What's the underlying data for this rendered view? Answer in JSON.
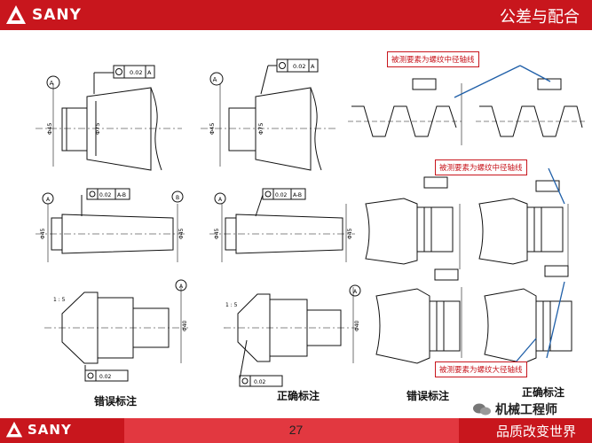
{
  "header": {
    "brand": "SANY",
    "title": "公差与配合"
  },
  "captions": {
    "wrong_1": "错误标注",
    "correct_1": "正确标注",
    "wrong_2": "错误标注",
    "correct_2": "正确标注"
  },
  "callouts": {
    "pitch_1": "被测要素为螺纹中径轴线",
    "pitch_2": "被测要素为螺纹中径轴线",
    "major": "被测要素为螺纹大径轴线"
  },
  "frames": {
    "tol_1": "0.02",
    "tol_2": "0.02",
    "tol_3": "0.02",
    "tol_4": "0.02",
    "tol_5": "0.02",
    "tol_6": "0.02",
    "ref_a": "A",
    "ref_ab": "A-B",
    "ref_b": "B"
  },
  "dimensions": {
    "d45": "Φ45",
    "d75": "Φ75",
    "d40": "Φ40",
    "taper": "1 : 5"
  },
  "footer": {
    "brand": "SANY",
    "page": "27",
    "slogan": "品质改变世界"
  },
  "watermark": "机械工程师",
  "colors": {
    "brand_red": "#c8161d",
    "callout_blue": "#1f5fa8"
  }
}
